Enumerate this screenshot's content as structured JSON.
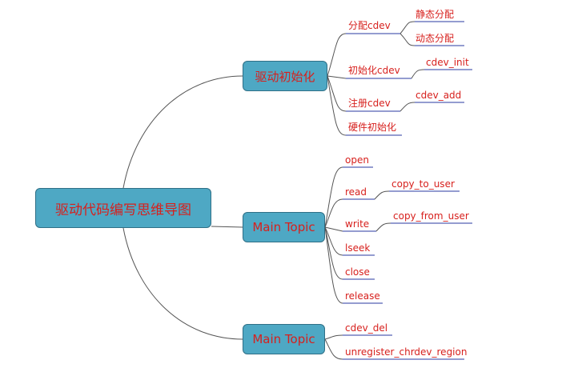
{
  "root": {
    "label": "驱动代码编写思维导图"
  },
  "topics": [
    {
      "label": "驱动初始化",
      "children": [
        {
          "label": "分配cdev",
          "children": [
            "静态分配",
            "动态分配"
          ]
        },
        {
          "label": "初始化cdev",
          "children": [
            "cdev_init"
          ]
        },
        {
          "label": "注册cdev",
          "children": [
            "cdev_add"
          ]
        },
        {
          "label": "硬件初始化",
          "children": []
        }
      ]
    },
    {
      "label": "Main Topic",
      "children": [
        {
          "label": "open",
          "children": []
        },
        {
          "label": "read",
          "children": [
            "copy_to_user"
          ]
        },
        {
          "label": "write",
          "children": [
            "copy_from_user"
          ]
        },
        {
          "label": "lseek",
          "children": []
        },
        {
          "label": "close",
          "children": []
        },
        {
          "label": "release",
          "children": []
        }
      ]
    },
    {
      "label": "Main Topic",
      "children": [
        {
          "label": "cdev_del",
          "children": []
        },
        {
          "label": "unregister_chrdev_region",
          "children": []
        }
      ]
    }
  ],
  "colors": {
    "node_fill": "#4ea8c4",
    "node_border": "#2f6f86",
    "text": "#d7201d",
    "link": "#555555",
    "underline": "#2a3aa0"
  }
}
